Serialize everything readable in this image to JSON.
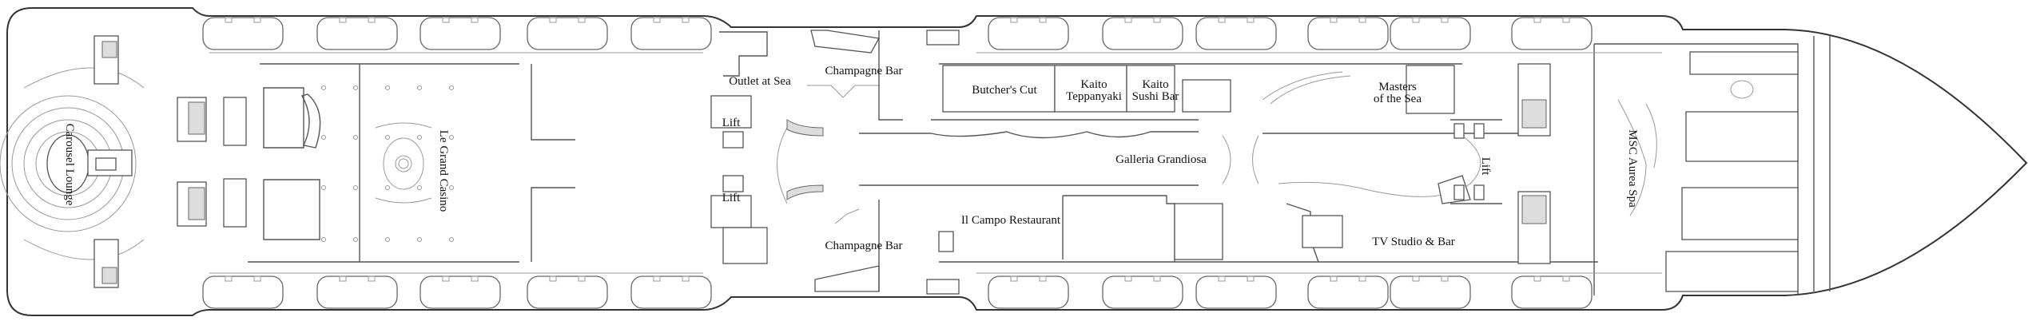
{
  "deck_plan": {
    "venues": {
      "carousel_lounge": "Carousel Lounge",
      "le_grand_casino": "Le Grand Casino",
      "lift_aft_top": "Lift",
      "lift_aft_bottom": "Lift",
      "outlet_at_sea": "Outlet at Sea",
      "champagne_bar_top": "Champagne Bar",
      "champagne_bar_bottom": "Champagne Bar",
      "butchers_cut": "Butcher's Cut",
      "kaito_teppanyaki_1": "Kaito",
      "kaito_teppanyaki_2": "Teppanyaki",
      "kaito_sushi_1": "Kaito",
      "kaito_sushi_2": "Sushi Bar",
      "masters_1": "Masters",
      "masters_2": "of the Sea",
      "galleria": "Galleria Grandiosa",
      "lift_forward": "Lift",
      "il_campo": "Il Campo Restaurant",
      "tv_studio": "TV Studio & Bar",
      "aurea_spa": "MSC Aurea Spa"
    },
    "colors": {
      "outline": "#333333",
      "wall": "#555555",
      "stair": "#dddddd"
    }
  }
}
